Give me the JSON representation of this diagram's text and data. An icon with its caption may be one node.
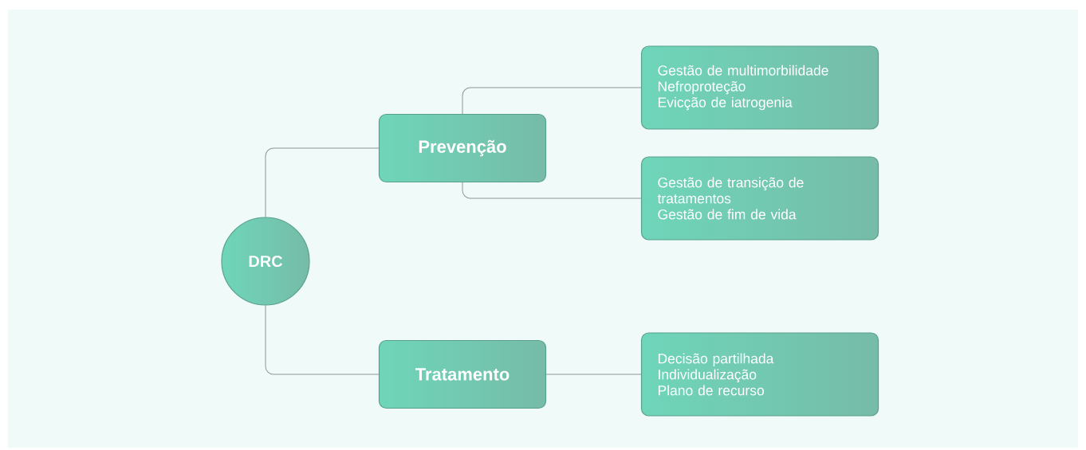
{
  "diagram": {
    "nodes": [
      {
        "text": [
          "DRC"
        ]
      },
      {
        "text": [
          "Prevenção"
        ]
      },
      {
        "text": [
          "Gestão de multimorbilidade",
          "Nefroproteção",
          "Evicção de iatrogenia"
        ]
      },
      {
        "text": [
          "Gestão de transição de tratamentos",
          "Gestão de fim de vida"
        ]
      },
      {
        "text": [
          "Tratamento"
        ]
      },
      {
        "text": [
          "Decisão partilhada",
          "Individualização",
          "Plano de recurso"
        ]
      }
    ],
    "edges": [
      {
        "from": 0,
        "to": 1,
        "arrow": "none"
      },
      {
        "from": 1,
        "to": 2,
        "arrow": "none"
      },
      {
        "from": 1,
        "to": 3,
        "arrow": "none"
      },
      {
        "from": 0,
        "to": 4,
        "arrow": "none"
      },
      {
        "from": 4,
        "to": 5,
        "arrow": "none"
      }
    ]
  }
}
